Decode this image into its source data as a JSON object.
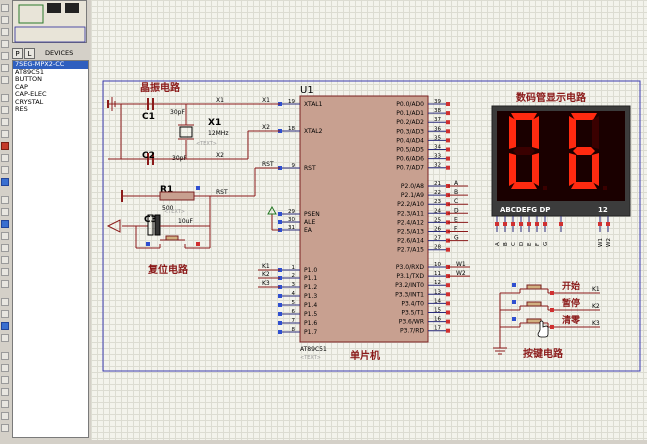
{
  "panel": {
    "mode_btn_p": "P",
    "mode_btn_l": "L",
    "devices_header": "DEVICES",
    "devices": [
      "7SEG-MPX2-CC",
      "AT89C51",
      "BUTTON",
      "CAP",
      "CAP-ELEC",
      "CRYSTAL",
      "RES"
    ],
    "selected_device": "7SEG-MPX2-CC"
  },
  "schematic": {
    "mcu": {
      "ref": "U1",
      "part": "AT89C51",
      "text_placeholder": "<TEXT>",
      "section_label": "单片机",
      "left_pins": [
        {
          "num": "19",
          "name": "XTAL1",
          "net": "X1"
        },
        {
          "num": "18",
          "name": "XTAL2",
          "net": "X2"
        },
        {
          "num": "9",
          "name": "RST",
          "net": "RST"
        },
        {
          "num": "29",
          "name": "PSEN",
          "net": ""
        },
        {
          "num": "30",
          "name": "ALE",
          "net": ""
        },
        {
          "num": "31",
          "name": "EA",
          "net": ""
        },
        {
          "num": "1",
          "name": "P1.0",
          "net": "K1"
        },
        {
          "num": "2",
          "name": "P1.1",
          "net": "K2"
        },
        {
          "num": "3",
          "name": "P1.2",
          "net": "K3"
        },
        {
          "num": "4",
          "name": "P1.3",
          "net": ""
        },
        {
          "num": "5",
          "name": "P1.4",
          "net": ""
        },
        {
          "num": "6",
          "name": "P1.5",
          "net": ""
        },
        {
          "num": "7",
          "name": "P1.6",
          "net": ""
        },
        {
          "num": "8",
          "name": "P1.7",
          "net": ""
        }
      ],
      "right_pins": [
        {
          "num": "39",
          "name": "P0.0/AD0",
          "net": ""
        },
        {
          "num": "38",
          "name": "P0.1/AD1",
          "net": ""
        },
        {
          "num": "37",
          "name": "P0.2/AD2",
          "net": ""
        },
        {
          "num": "36",
          "name": "P0.3/AD3",
          "net": ""
        },
        {
          "num": "35",
          "name": "P0.4/AD4",
          "net": ""
        },
        {
          "num": "34",
          "name": "P0.5/AD5",
          "net": ""
        },
        {
          "num": "33",
          "name": "P0.6/AD6",
          "net": ""
        },
        {
          "num": "32",
          "name": "P0.7/AD7",
          "net": ""
        },
        {
          "num": "21",
          "name": "P2.0/A8",
          "net": "A"
        },
        {
          "num": "22",
          "name": "P2.1/A9",
          "net": "B"
        },
        {
          "num": "23",
          "name": "P2.2/A10",
          "net": "C"
        },
        {
          "num": "24",
          "name": "P2.3/A11",
          "net": "D"
        },
        {
          "num": "25",
          "name": "P2.4/A12",
          "net": "E"
        },
        {
          "num": "26",
          "name": "P2.5/A13",
          "net": "F"
        },
        {
          "num": "27",
          "name": "P2.6/A14",
          "net": "G"
        },
        {
          "num": "28",
          "name": "P2.7/A15",
          "net": ""
        },
        {
          "num": "10",
          "name": "P3.0/RXD",
          "net": "W1"
        },
        {
          "num": "11",
          "name": "P3.1/TXD",
          "net": "W2"
        },
        {
          "num": "12",
          "name": "P3.2/INT0",
          "net": ""
        },
        {
          "num": "13",
          "name": "P3.3/INT1",
          "net": ""
        },
        {
          "num": "14",
          "name": "P3.4/T0",
          "net": ""
        },
        {
          "num": "15",
          "name": "P3.5/T1",
          "net": ""
        },
        {
          "num": "16",
          "name": "P3.6/WR",
          "net": ""
        },
        {
          "num": "17",
          "name": "P3.7/RD",
          "net": ""
        }
      ]
    },
    "osc": {
      "title": "晶振电路",
      "c1_ref": "C1",
      "c1_val": "30pF",
      "c2_ref": "C2",
      "c2_val": "30pF",
      "x1_ref": "X1",
      "x1_val": "12MHz",
      "text_placeholder": "<TEXT>",
      "net_x1": "X1",
      "net_x2": "X2"
    },
    "reset": {
      "title": "复位电路",
      "r1_ref": "R1",
      "r1_val": "500",
      "c3_ref": "C3",
      "c3_val": "10uF",
      "net_rst": "RST",
      "text_placeholder": "<TEXT>"
    },
    "display": {
      "title": "数码管显示电路",
      "digits": [
        "0",
        "6"
      ],
      "pins_label": "ABCDEFG  DP",
      "digit_sel_label": "12",
      "seg_nets": [
        "A",
        "B",
        "C",
        "D",
        "E",
        "F",
        "G"
      ],
      "sel_nets": [
        "W1",
        "W2"
      ],
      "color_on": "#ff2a10",
      "color_off": "#3a0000"
    },
    "keys": {
      "title": "按键电路",
      "buttons": [
        {
          "label": "开始",
          "net": "K1"
        },
        {
          "label": "暂停",
          "net": "K2"
        },
        {
          "label": "清零",
          "net": "K3"
        }
      ]
    },
    "wire_color": "#8b1a1a",
    "body_color": "#c8a090",
    "pin_color": "#2b2b7a",
    "text_color": "#8b1a1a"
  }
}
